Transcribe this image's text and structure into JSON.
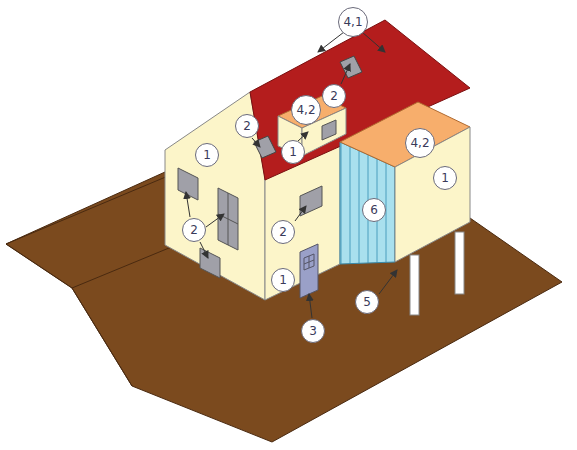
{
  "diagram": {
    "nodes": [
      {
        "text": [
          "4,1"
        ]
      },
      {
        "text": [
          "2"
        ]
      },
      {
        "text": [
          "2"
        ]
      },
      {
        "text": [
          "4,2"
        ]
      },
      {
        "text": [
          "1"
        ]
      },
      {
        "text": [
          "1"
        ]
      },
      {
        "text": [
          "4,2"
        ]
      },
      {
        "text": [
          "6"
        ]
      },
      {
        "text": [
          "2"
        ]
      },
      {
        "text": [
          "2"
        ]
      },
      {
        "text": [
          "1"
        ]
      },
      {
        "text": [
          "1"
        ]
      },
      {
        "text": [
          "5"
        ]
      },
      {
        "text": [
          "3"
        ]
      }
    ]
  }
}
